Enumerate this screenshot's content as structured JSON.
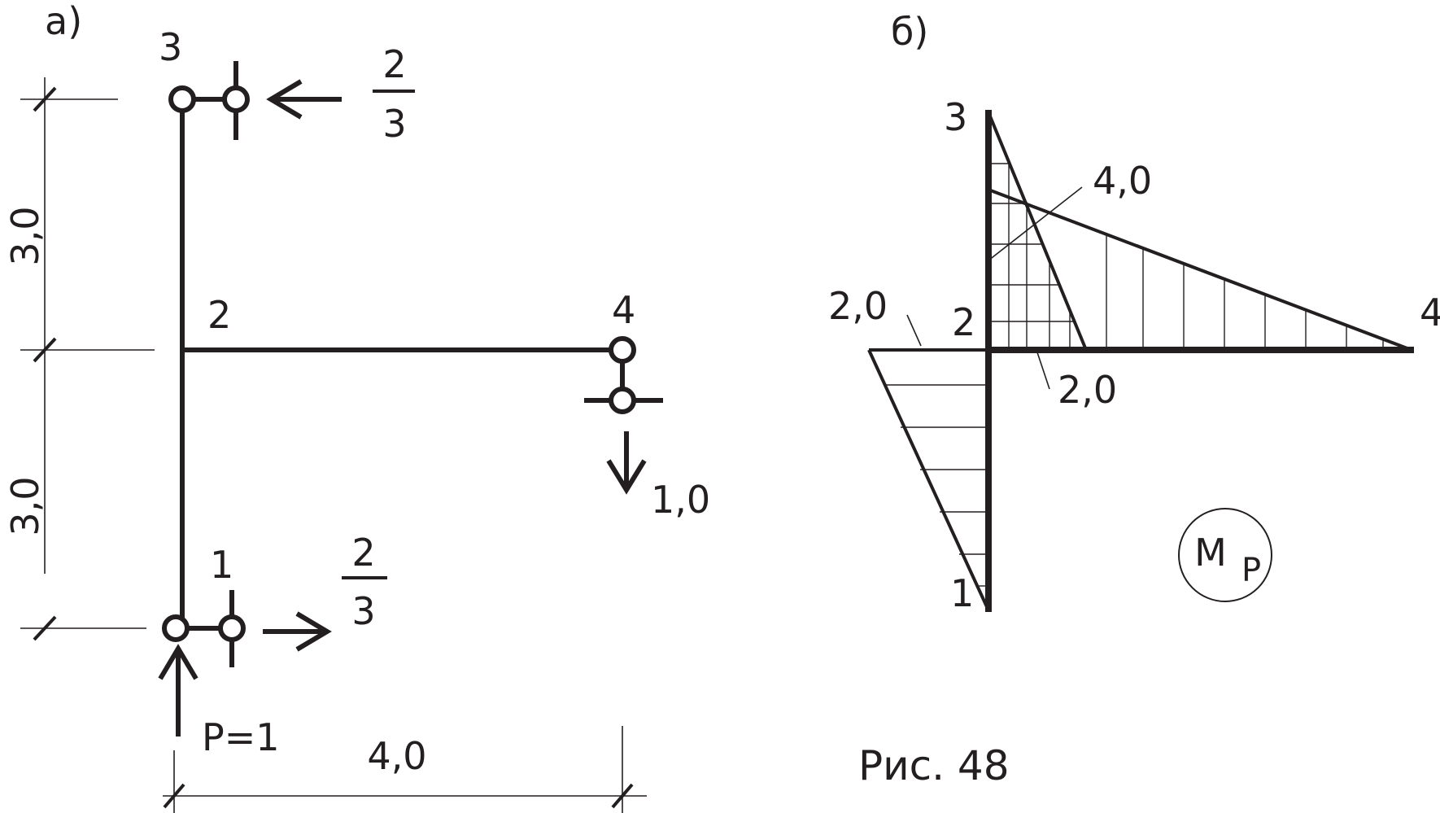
{
  "panel_a": {
    "label": "а)",
    "nodes": {
      "n1": "1",
      "n2": "2",
      "n3": "3",
      "n4": "4"
    },
    "dims": {
      "upper": "3,0",
      "lower": "3,0",
      "horizontal": "4,0"
    },
    "reactions": {
      "top_num": "2",
      "top_den": "3",
      "bottom_num": "2",
      "bottom_den": "3",
      "right_value": "1,0"
    },
    "load_label": "P=1"
  },
  "panel_b": {
    "label": "б)",
    "nodes": {
      "n1": "1",
      "n2": "2",
      "n3": "3",
      "n4": "4"
    },
    "values": {
      "top": "4,0",
      "left": "2,0",
      "bottom": "2,0"
    },
    "badge_main": "M",
    "badge_sub": "P"
  },
  "caption": "Рис. 48",
  "colors": {
    "ink": "#231f20",
    "paper": "#ffffff"
  }
}
